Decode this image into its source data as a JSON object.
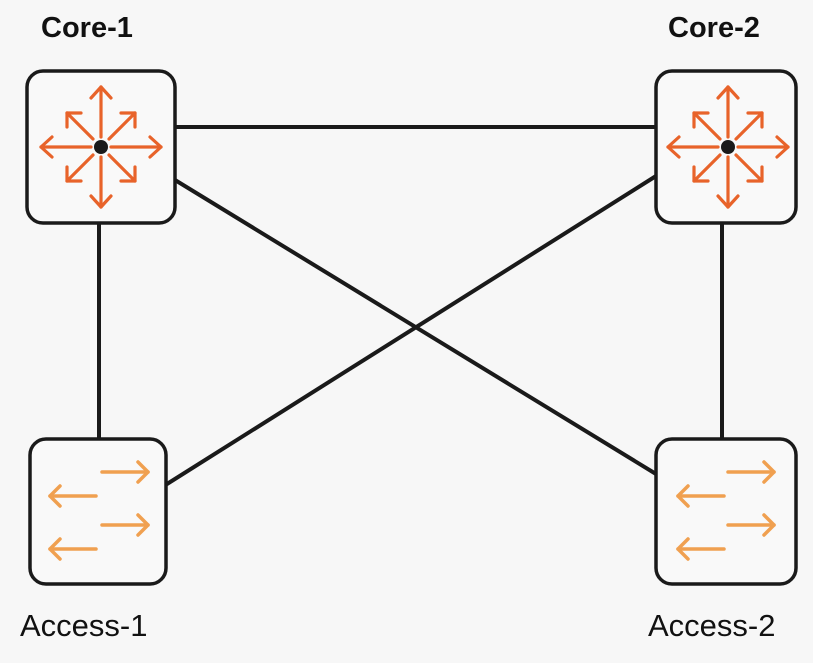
{
  "diagram": {
    "nodes": [
      {
        "id": "core1",
        "label": "Core-1",
        "kind": "router-icon"
      },
      {
        "id": "core2",
        "label": "Core-2",
        "kind": "router-icon"
      },
      {
        "id": "access1",
        "label": "Access-1",
        "kind": "switch-icon"
      },
      {
        "id": "access2",
        "label": "Access-2",
        "kind": "switch-icon"
      }
    ],
    "links": [
      {
        "from": "core1",
        "to": "core2"
      },
      {
        "from": "core1",
        "to": "access1"
      },
      {
        "from": "core2",
        "to": "access2"
      },
      {
        "from": "core1",
        "to": "access2"
      },
      {
        "from": "core2",
        "to": "access1"
      }
    ],
    "colors": {
      "link": "#1a1a1a",
      "device_border": "#1a1a1a",
      "router_icon": "#e8632a",
      "switch_icon": "#f0a050",
      "background": "#f7f7f7"
    }
  }
}
